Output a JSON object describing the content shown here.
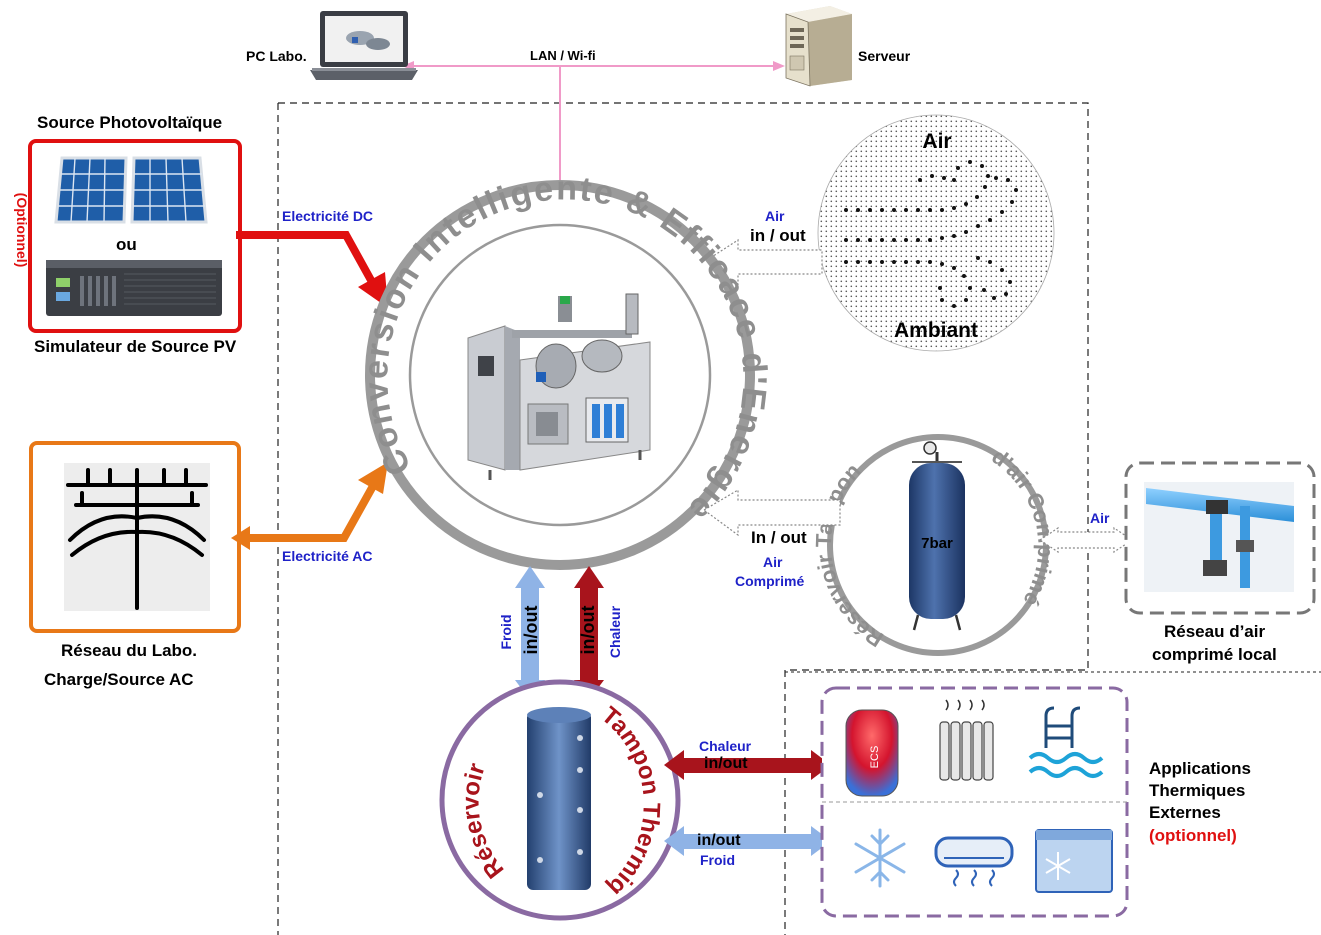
{
  "network": {
    "pc_label": "PC Labo.",
    "link_label": "LAN / Wi-fi",
    "server_label": "Serveur"
  },
  "pv": {
    "title": "Source Photovoltaïque",
    "or_label": "ou",
    "optional_label": "(Optionnel)",
    "simulator_label": "Simulateur de Source PV"
  },
  "grid": {
    "line1": "Réseau du Labo.",
    "line2": "Charge/Source AC"
  },
  "flows": {
    "dc_label": "Electricité DC",
    "ac_label": "Electricité AC",
    "air_ambient_top": "Air",
    "air_ambient_inout": "in / out",
    "compressed_inout": "In / out",
    "compressed_air": "Air",
    "compressed_comprime": "Comprimé",
    "froid_label": "Froid",
    "inout_cold": "in/out",
    "inout_heat": "in/out",
    "chaleur_label": "Chaleur",
    "ext_heat_label": "Chaleur",
    "ext_heat_inout": "in/out",
    "ext_cold_inout": "in/out",
    "ext_cold_label": "Froid",
    "air_local": "Air"
  },
  "center": {
    "ring_text": "Conversion Intelligente & Efficace d'Energie"
  },
  "ambient": {
    "top": "Air",
    "bottom": "Ambiant"
  },
  "air_tank": {
    "ring_left": "Réservoir Tampon",
    "ring_right": "d'air Comprimé",
    "pressure": "7bar"
  },
  "local_air": {
    "line1": "Réseau d’air",
    "line2": "comprimé local"
  },
  "thermal": {
    "ring_left": "Réservoir",
    "ring_right": "Tampon Thermique"
  },
  "ecs": {
    "label": "ECS"
  },
  "external": {
    "line1": "Applications",
    "line2": "Thermiques",
    "line3": "Externes",
    "optional": "(optionnel)"
  },
  "colors": {
    "red": "#e01010",
    "orange": "#e87817",
    "pink": "#f09ac8",
    "dark_red": "#a8141c",
    "light_blue": "#8fb3e6",
    "ring_gray": "#9a9a9a",
    "purple": "#8a6aa2",
    "tank_blue": "#2b4a7e",
    "text_blue": "#1f22c8"
  }
}
